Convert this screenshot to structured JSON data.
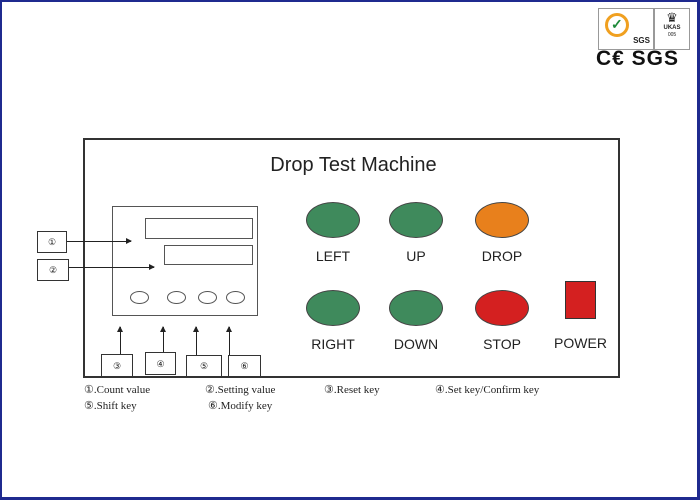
{
  "certifications": {
    "sgs_badge_text": "SGS",
    "ukas_text": "UKAS",
    "ukas_number": "005",
    "marks_text": "C€ SGS"
  },
  "panel": {
    "title": "Drop Test Machine",
    "buttons": [
      {
        "label": "LEFT",
        "color": "#3f8a5c"
      },
      {
        "label": "UP",
        "color": "#3f8a5c"
      },
      {
        "label": "DROP",
        "color": "#e8801c"
      },
      {
        "label": "RIGHT",
        "color": "#3f8a5c"
      },
      {
        "label": "DOWN",
        "color": "#3f8a5c"
      },
      {
        "label": "STOP",
        "color": "#d42020"
      }
    ],
    "power_label": "POWER",
    "power_color": "#d42020"
  },
  "callouts": [
    "①",
    "②",
    "③",
    "④",
    "⑤",
    "⑥"
  ],
  "legend": [
    "①.Count value",
    "②.Setting value",
    "③.Reset key",
    "④.Set key/Confirm key",
    "⑤.Shift key",
    "⑥.Modify key"
  ]
}
